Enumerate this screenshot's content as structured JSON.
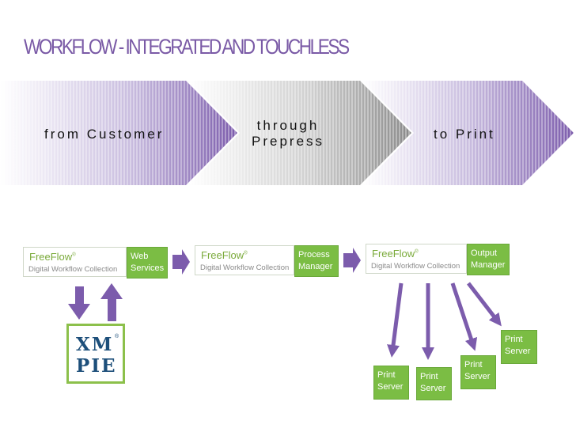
{
  "title": "WORKFLOW - INTEGRATED AND TOUCHLESS",
  "stages": [
    {
      "label": "from Customer"
    },
    {
      "label": "through\nPrepress"
    },
    {
      "label": "to Print"
    }
  ],
  "freeflow": {
    "brand": "FreeFlow",
    "subtitle": "Digital Workflow Collection"
  },
  "modules": [
    {
      "label": "Web\nServices"
    },
    {
      "label": "Process\nManager"
    },
    {
      "label": "Output\nManager"
    }
  ],
  "xmpie": {
    "line1": "XM",
    "line2": "PIE",
    "reg": "®"
  },
  "print_servers": [
    {
      "label": "Print\nServer"
    },
    {
      "label": "Print\nServer"
    },
    {
      "label": "Print\nServer"
    },
    {
      "label": "Print\nServer"
    }
  ],
  "colors": {
    "title": "#7a5aa6",
    "purple": "#7c5cac",
    "grey": "#8a8a8a",
    "green": "#7bbd44",
    "arrow": "#7c5cac"
  }
}
